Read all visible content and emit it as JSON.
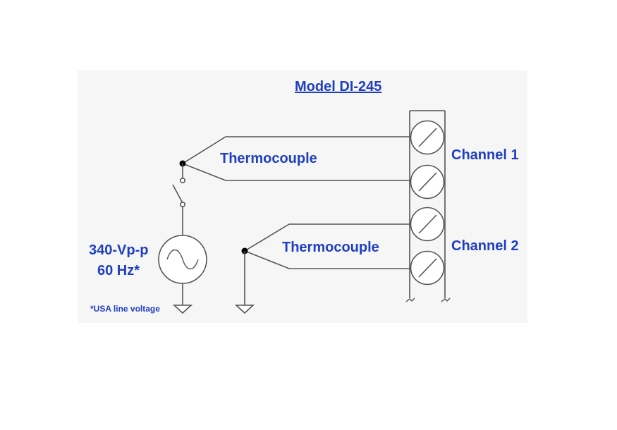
{
  "diagram": {
    "title": "Model DI-245",
    "thermocouple_1_label": "Thermocouple",
    "thermocouple_2_label": "Thermocouple",
    "channel_1_label": "Channel 1",
    "channel_2_label": "Channel 2",
    "source_voltage_label": "340-Vp-p",
    "source_frequency_label": "60 Hz*",
    "footnote": "*USA line voltage"
  },
  "colors": {
    "label_text": "#1f3fbf",
    "wire": "#555555",
    "background_panel": "#f6f6f6"
  }
}
